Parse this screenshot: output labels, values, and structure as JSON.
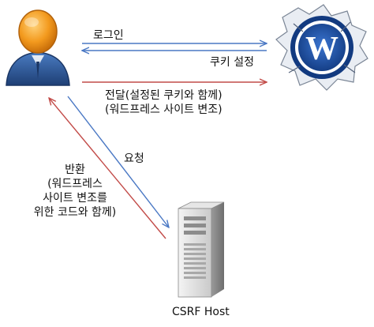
{
  "labels": {
    "login": "로그인",
    "cookie_set": "쿠키 설정",
    "forward_line1": "전달(설정된 쿠키와 함께)",
    "forward_line2": "(워드프레스 사이트 변조)",
    "request": "요청",
    "return_line1": "반환",
    "return_line2": "(워드프레스",
    "return_line3": "사이트 변조를",
    "return_line4": "위한 코드와 함께)",
    "host": "CSRF Host"
  },
  "icons": {
    "user": "user-avatar-icon",
    "wordpress": "wordpress-logo-icon",
    "server": "server-tower-icon"
  },
  "colors": {
    "blue_arrow": "#4a78c4",
    "red_arrow": "#c24b48",
    "wordpress_blue": "#1c4fa0",
    "user_orange": "#f39a1e",
    "user_body": "#2f5e9e"
  }
}
